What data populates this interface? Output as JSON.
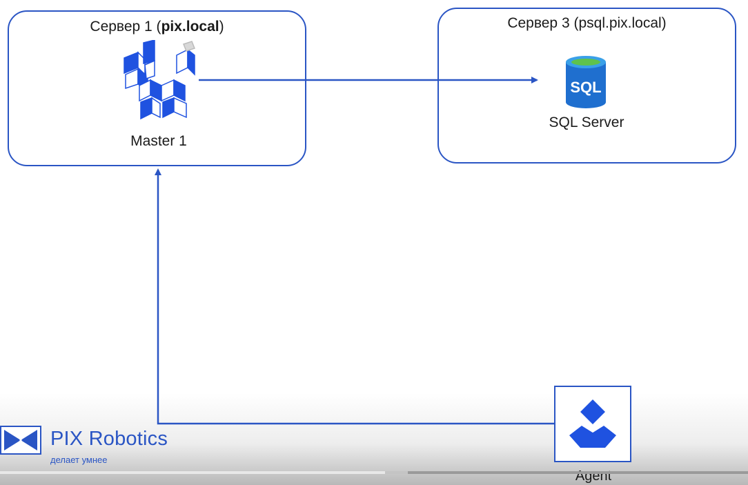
{
  "servers": {
    "server1": {
      "title_prefix": "Сервер 1 (",
      "title_host": "pix.local",
      "title_suffix": ")"
    },
    "server3": {
      "title": "Сервер 3 (psql.pix.local)"
    }
  },
  "nodes": {
    "master": {
      "label": "Master 1",
      "icon": "pix-master-icon"
    },
    "sql": {
      "label": "SQL Server",
      "icon_text": "SQL",
      "icon": "sql-database-icon"
    },
    "agent": {
      "label": "Agent",
      "icon": "pix-agent-icon"
    }
  },
  "brand": {
    "name": "PIX Robotics",
    "tagline": "делает умнее"
  },
  "video_progress": {
    "played": 0.515,
    "buffered": 0.545
  },
  "colors": {
    "accent": "#2a55c4",
    "icon_blue": "#1f52e0",
    "sql_top": "#2c8bd8"
  }
}
